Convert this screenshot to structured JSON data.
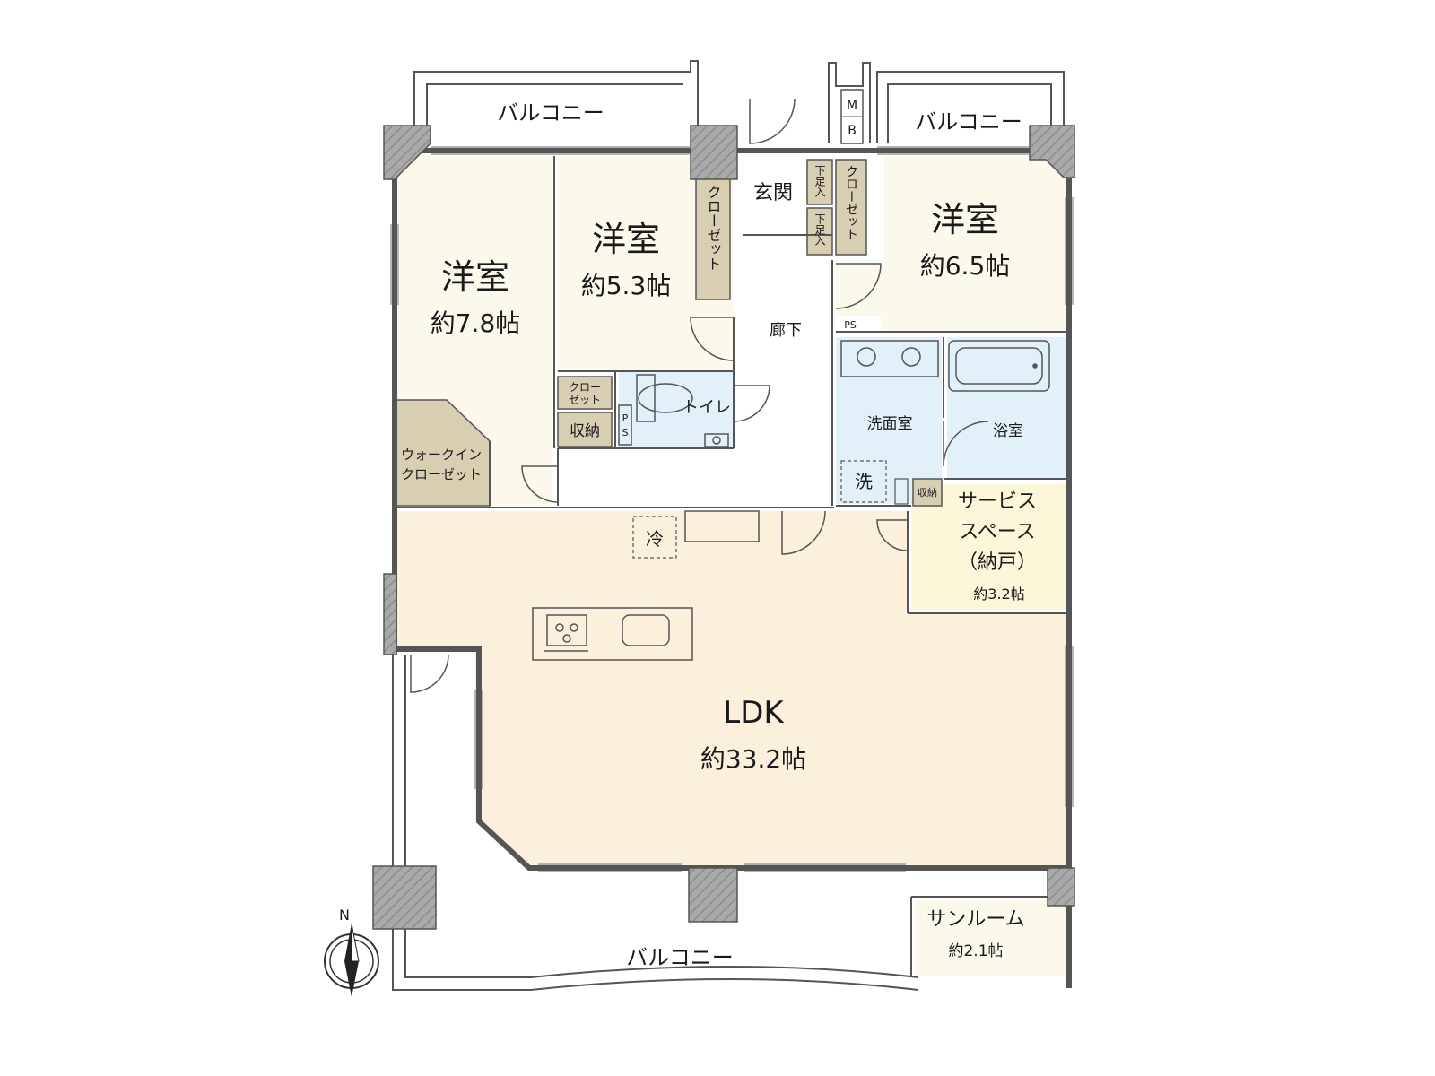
{
  "colors": {
    "wall": "#a9a9a9",
    "room_western": "#fcf9ec",
    "ldk": "#fcefdc",
    "service_space": "#fcf7d9",
    "storage": "#d8cfb2",
    "wet_area": "#e2f0f9",
    "line": "#555555"
  },
  "rooms": {
    "western_a": {
      "name": "洋室",
      "size": "約7.8帖"
    },
    "western_b": {
      "name": "洋室",
      "size": "約5.3帖"
    },
    "western_c": {
      "name": "洋室",
      "size": "約6.5帖"
    },
    "ldk": {
      "name": "LDK",
      "size": "約33.2帖"
    },
    "service": {
      "name_line1": "サービス",
      "name_line2": "スペース",
      "name_line3": "（納戸）",
      "size": "約3.2帖"
    },
    "sunroom": {
      "name": "サンルーム",
      "size": "約2.1帖"
    }
  },
  "labels": {
    "balcony_top_left": "バルコニー",
    "balcony_top_right": "バルコニー",
    "balcony_bottom": "バルコニー",
    "entrance": "玄関",
    "corridor": "廊下",
    "closet_v1": "クローゼット",
    "closet_v2": "クローゼット",
    "shoe_1": "下足入",
    "shoe_2": "下足入",
    "mb_1": "M",
    "mb_2": "B",
    "ps_top": "PS",
    "ps_v1": "P",
    "ps_v2": "S",
    "closet_small_1": "クロー",
    "closet_small_2": "ゼット",
    "storage": "収納",
    "storage_small": "収納",
    "toilet": "トイレ",
    "walkin_1": "ウォークイン",
    "walkin_2": "クローゼット",
    "washroom": "洗面室",
    "bathroom": "浴室",
    "washer": "洗",
    "fridge": "冷",
    "compass": "N"
  }
}
